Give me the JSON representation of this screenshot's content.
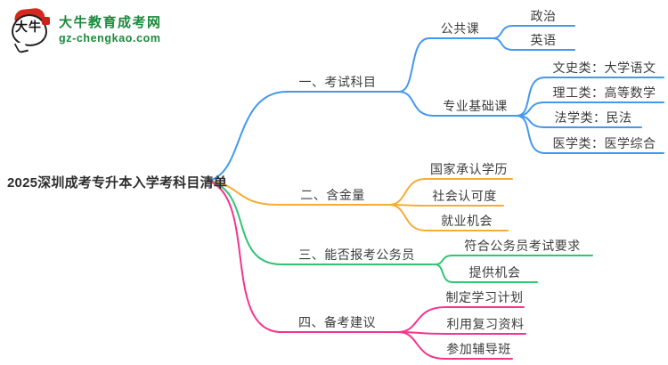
{
  "logo": {
    "icon_text": "大牛",
    "title": "大牛教育成考网",
    "domain": "gz-chengkao.com",
    "brand_color": "#1c8a3c"
  },
  "mindmap": {
    "root": {
      "label": "2025深圳成考专升本入学考科目清单"
    },
    "branches": [
      {
        "label": "一、考试科目",
        "color": "#4498F0",
        "children": [
          {
            "label": "公共课",
            "children": [
              {
                "label": "政治"
              },
              {
                "label": "英语"
              }
            ]
          },
          {
            "label": "专业基础课",
            "children": [
              {
                "label": "文史类：大学语文"
              },
              {
                "label": "理工类：高等数学"
              },
              {
                "label": "法学类：民法"
              },
              {
                "label": "医学类：医学综合"
              }
            ]
          }
        ]
      },
      {
        "label": "二、含金量",
        "color": "#F7AC33",
        "children": [
          {
            "label": "国家承认学历"
          },
          {
            "label": "社会认可度"
          },
          {
            "label": "就业机会"
          }
        ]
      },
      {
        "label": "三、能否报考公务员",
        "color": "#2EC573",
        "children": [
          {
            "label": "符合公务员考试要求"
          },
          {
            "label": "提供机会"
          }
        ]
      },
      {
        "label": "四、备考建议",
        "color": "#F5348E",
        "children": [
          {
            "label": "制定学习计划"
          },
          {
            "label": "利用复习资料"
          },
          {
            "label": "参加辅导班"
          }
        ]
      }
    ]
  }
}
